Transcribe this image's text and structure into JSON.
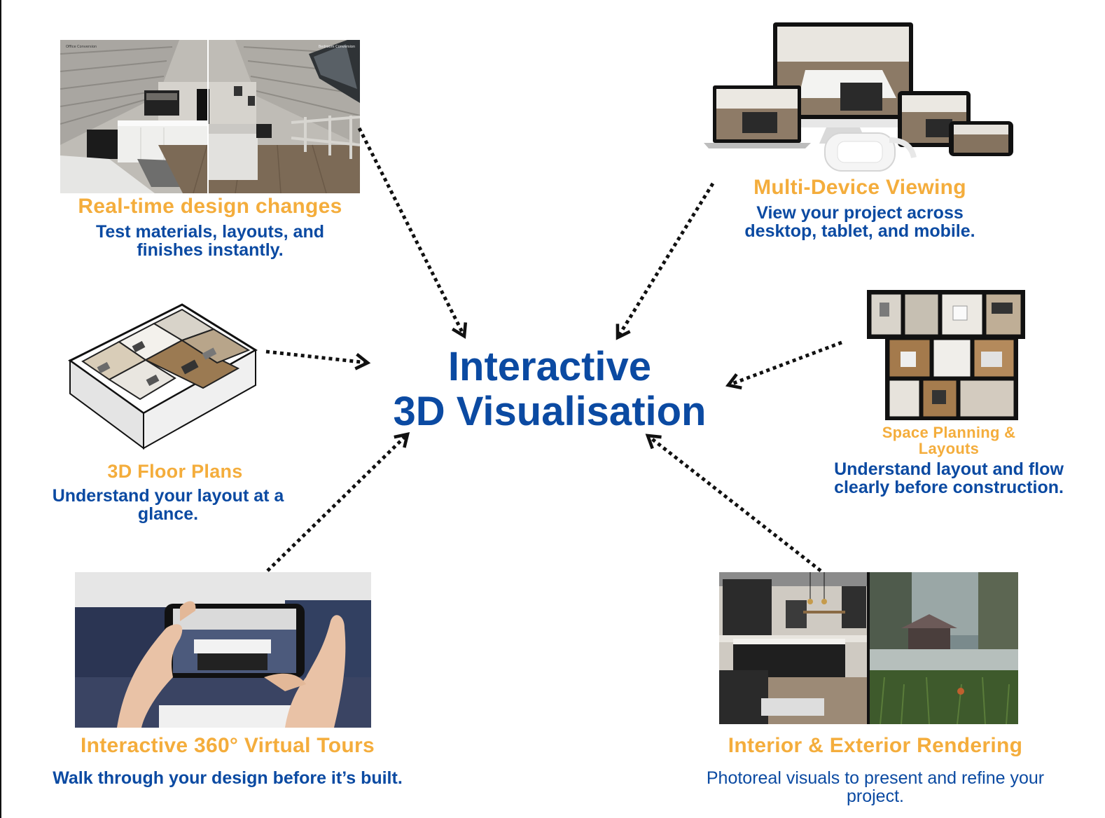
{
  "colors": {
    "blue": "#0b4aa2",
    "orange": "#f4ad3c"
  },
  "center": {
    "line1": "Interactive",
    "line2": "3D Visualisation"
  },
  "features": {
    "realtime": {
      "heading": "Real-time design changes",
      "line1": "Test materials, layouts, and",
      "line2": "finishes instantly.",
      "img_label_left": "Office Conversion",
      "img_label_right": "Bedroom Conversion"
    },
    "multidevice": {
      "heading": "Multi-Device Viewing",
      "line1": "View your project across",
      "line2": "desktop, tablet, and mobile."
    },
    "floorplans": {
      "heading": "3D Floor Plans",
      "line1": "Understand your layout at a",
      "line2": "glance."
    },
    "spaceplanning": {
      "heading_line1": "Space Planning &",
      "heading_line2": "Layouts",
      "line1": "Understand layout and flow",
      "line2": "clearly before construction."
    },
    "tours": {
      "heading": "Interactive 360° Virtual Tours",
      "line1": "Walk through your design before it’s built."
    },
    "rendering": {
      "heading": "Interior & Exterior Rendering",
      "line1": "Photoreal visuals to present and refine your",
      "line2": "project."
    }
  }
}
